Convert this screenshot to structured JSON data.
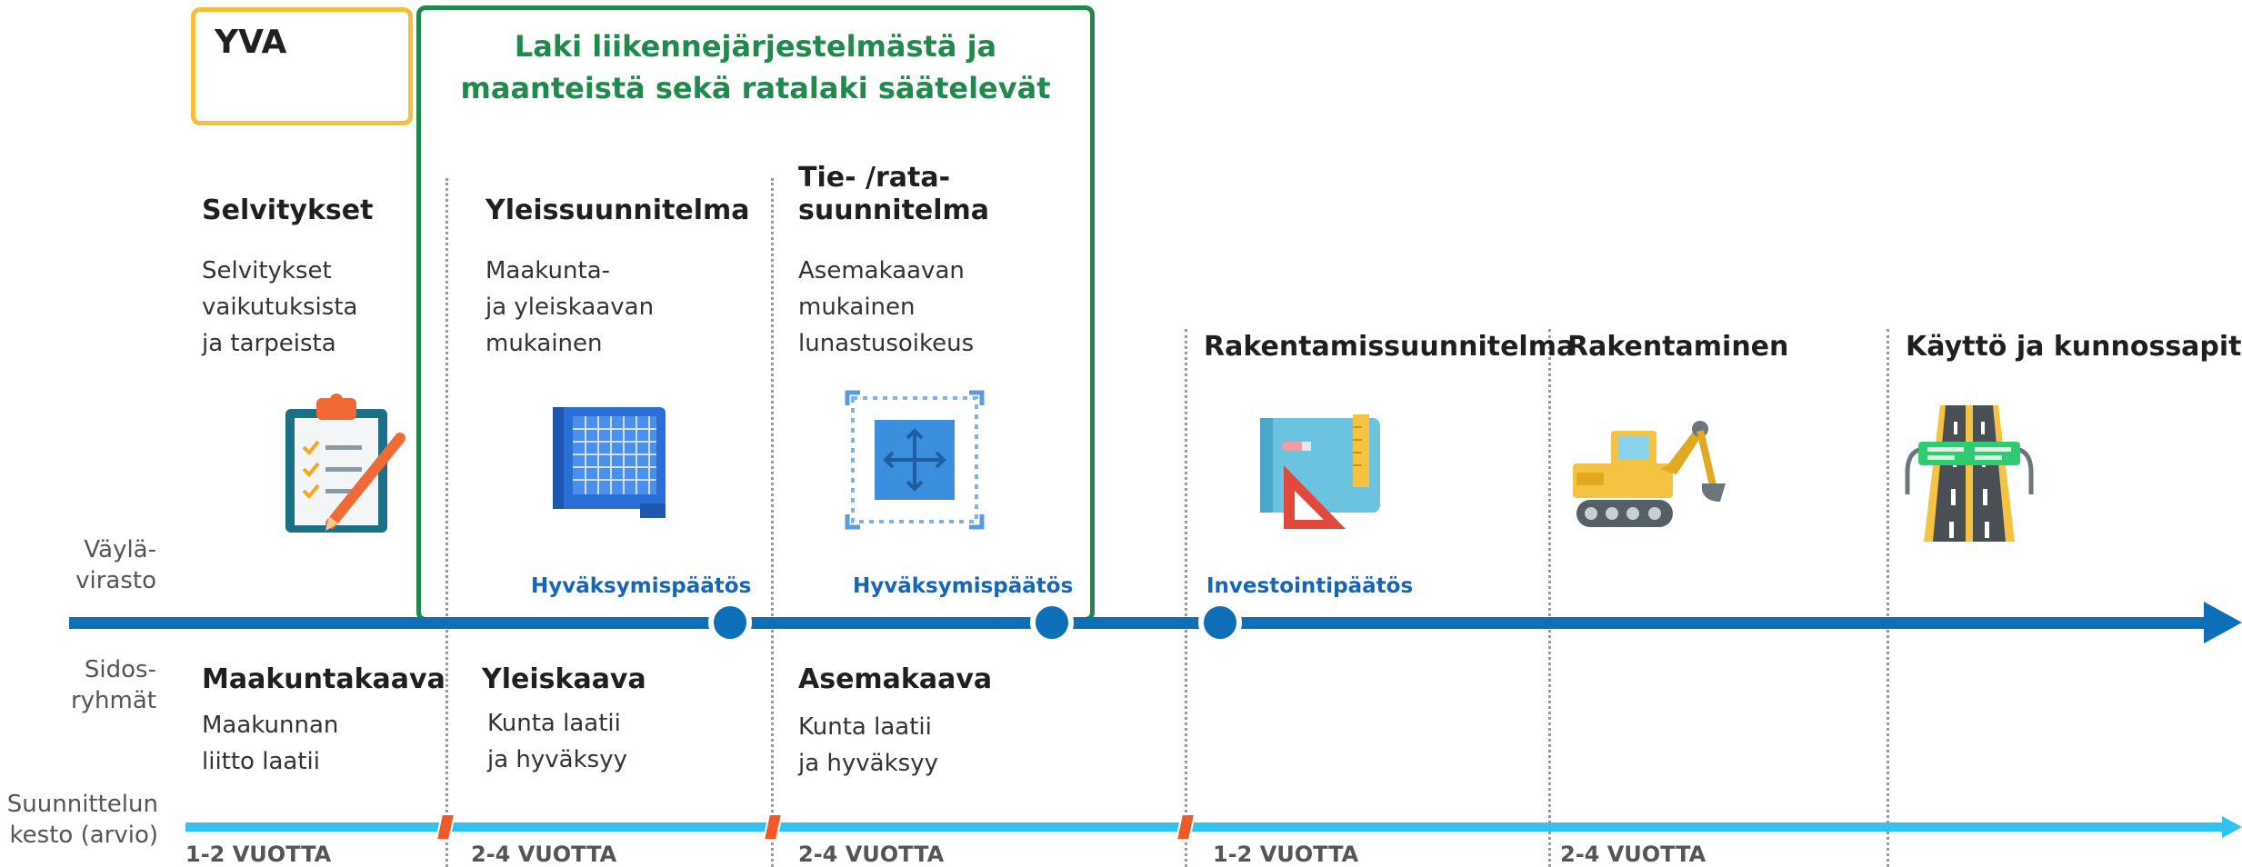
{
  "header": {
    "yva": "YVA",
    "law_title_line1": "Laki liikennejärjestelmästä ja",
    "law_title_line2": "maanteistä sekä ratalaki säätelevät"
  },
  "row_labels": {
    "vaylavirasto_line1": "Väylä-",
    "vaylavirasto_line2": "virasto",
    "sidosryhmat_line1": "Sidos-",
    "sidosryhmat_line2": "ryhmät",
    "kesto_line1": "Suunnittelun",
    "kesto_line2": "kesto (arvio)"
  },
  "phases": [
    {
      "title": "Selvitykset",
      "desc": [
        "Selvitykset",
        "vaikutuksista",
        "ja tarpeista"
      ],
      "icon": "clipboard-checklist-icon"
    },
    {
      "title": "Yleissuunnitelma",
      "desc": [
        "Maakunta-",
        "ja yleiskaavan",
        "mukainen"
      ],
      "icon": "blueprint-grid-icon"
    },
    {
      "title_line1": "Tie- /rata-",
      "title_line2": "suunnitelma",
      "desc": [
        "Asemakaavan",
        "mukainen",
        "lunastusoikeus"
      ],
      "icon": "area-expand-icon"
    },
    {
      "title": "Rakentamissuunnitelma",
      "icon": "drafting-tools-icon"
    },
    {
      "title": "Rakentaminen",
      "icon": "excavator-icon"
    },
    {
      "title": "Käyttö ja kunnossapito",
      "icon": "road-icon"
    }
  ],
  "decisions": [
    "Hyväksymispäätös",
    "Hyväksymispäätös",
    "Investointipäätös"
  ],
  "stakeholders": [
    {
      "title": "Maakuntakaava",
      "desc": [
        "Maakunnan",
        "liitto laatii"
      ]
    },
    {
      "title": "Yleiskaava",
      "desc": [
        "Kunta laatii",
        "ja hyväksyy"
      ]
    },
    {
      "title": "Asemakaava",
      "desc": [
        "Kunta laatii",
        "ja hyväksyy"
      ]
    }
  ],
  "durations": [
    "1-2 VUOTTA",
    "2-4 VUOTTA",
    "2-4 VUOTTA",
    "1-2 VUOTTA",
    "2-4 VUOTTA"
  ],
  "colors": {
    "yva_border": "#f6bf3a",
    "law_border": "#1f8a4c",
    "main_axis": "#0d6fb8",
    "duration_axis": "#2ec4ef",
    "marker": "#f05a28"
  }
}
